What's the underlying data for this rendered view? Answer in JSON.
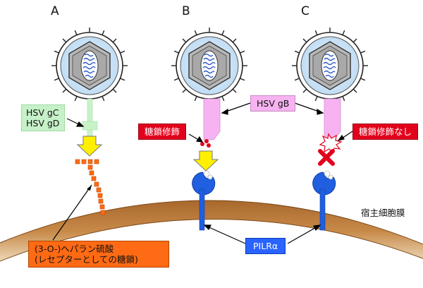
{
  "panels": {
    "a": {
      "letter": "A"
    },
    "b": {
      "letter": "B"
    },
    "c": {
      "letter": "C"
    }
  },
  "labels": {
    "hsv_gc": "HSV gC",
    "hsv_gd": "HSV gD",
    "hsv_gb": "HSV gB",
    "glycan_modification": "糖鎖修飾",
    "no_glycan_modification": "糖鎖修飾なし",
    "host_membrane": "宿主細胞膜",
    "heparan_line1": "(3-O-)ヘパラン硫酸",
    "heparan_line2": "(レセプターとしての糖鎖)",
    "pilr": "PILRα"
  },
  "colors": {
    "membrane": "#9a5a22",
    "gcgd_stalk": "#c8f3c8",
    "gb_stalk": "#f7b3f1",
    "receptor_blue": "#1f5fe0",
    "arrow_yellow": "#ffef00",
    "block_red": "#e3001b",
    "heparan_orange": "#ff6a14",
    "virus_inner": "#cfe4f7"
  }
}
